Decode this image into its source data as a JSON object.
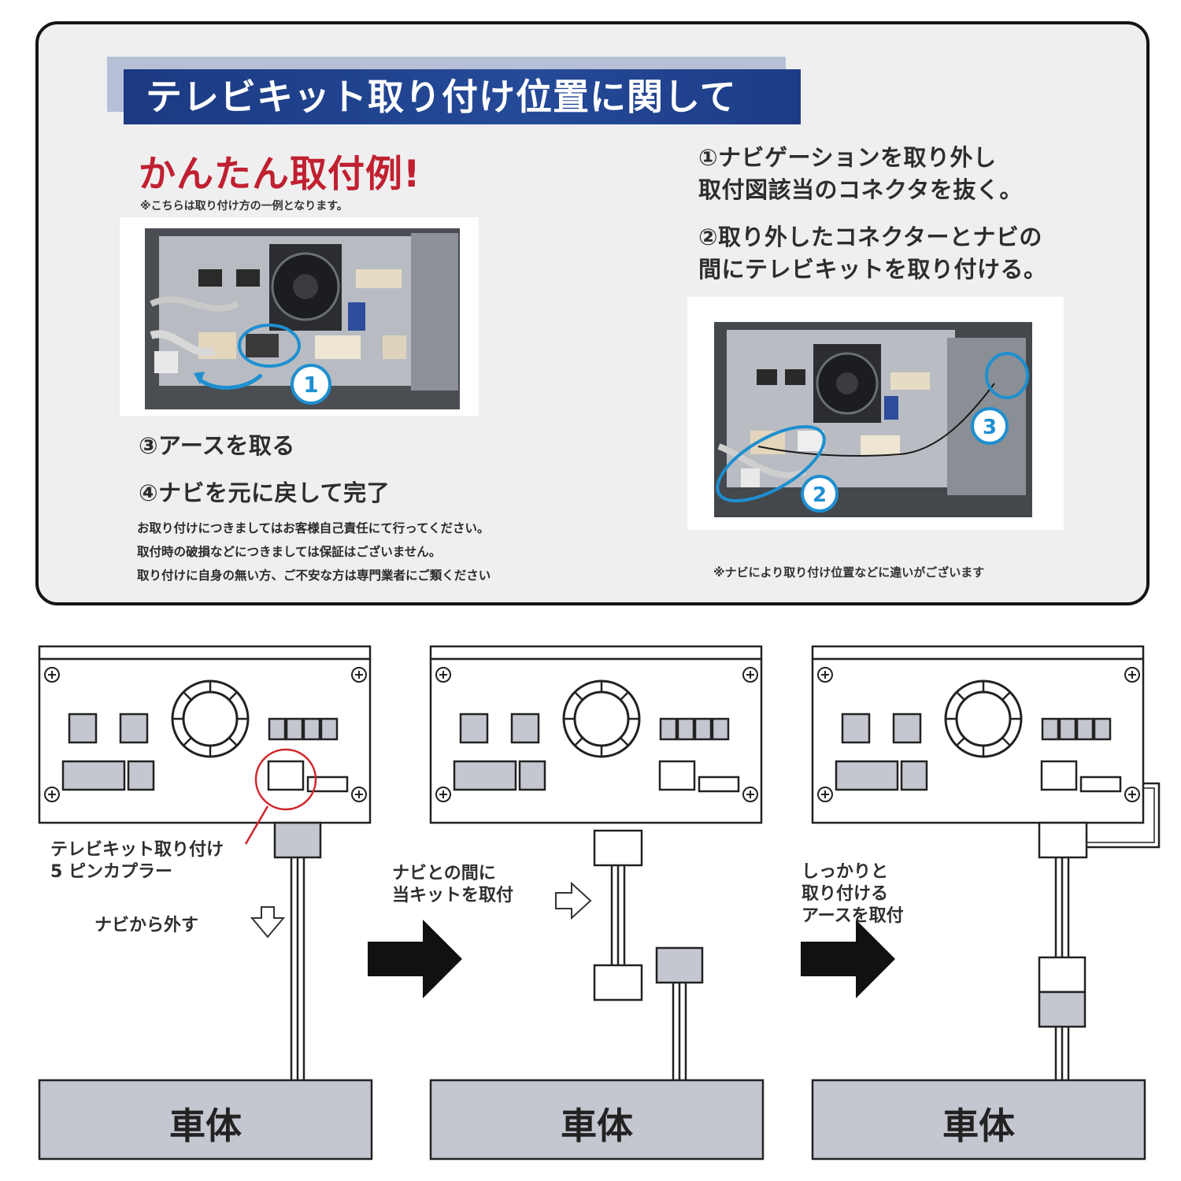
{
  "header": {
    "title": "テレビキット取り付け位置に関して",
    "easy_title": "かんたん取付例!",
    "example_note": "※こちらは取り付け方の一例となります。"
  },
  "steps": {
    "step1_line1": "①ナビゲーションを取り外し",
    "step1_line2": "取付図該当のコネクタを抜く。",
    "step2_line1": "②取り外したコネクターとナビの",
    "step2_line2": "間にテレビキットを取り付ける。",
    "step3": "③アースを取る",
    "step4": "④ナビを元に戻して完了"
  },
  "disclaimer": {
    "line1": "お取り付けにつきましてはお客様自己責任にて行ってください。",
    "line2": "取付時の破損などにつきましては保証はございません。",
    "line3": "取り付けに自身の無い方、ご不安な方は専門業者にご類ください"
  },
  "photo_note": "※ナビにより取り付け位置などに違いがございます",
  "photo_markers": {
    "marker1": "1",
    "marker2": "2",
    "marker3": "3"
  },
  "diagram": {
    "panel1_label_line1": "テレビキット取り付け",
    "panel1_label_line2": "5 ピンカプラー",
    "panel1_remove": "ナビから外す",
    "panel2_label_line1": "ナビとの間に",
    "panel2_label_line2": "当キットを取付",
    "panel3_label_line1": "しっかりと",
    "panel3_label_line2": "取り付ける",
    "panel3_label_line3": "アースを取付",
    "body_label_1": "車体",
    "body_label_2": "車体",
    "body_label_3": "車体"
  },
  "colors": {
    "title_blue": "#1b3a82",
    "accent_red": "#c02030",
    "highlight_blue": "#1e8fd0",
    "part_gray": "#c4c6d0"
  }
}
